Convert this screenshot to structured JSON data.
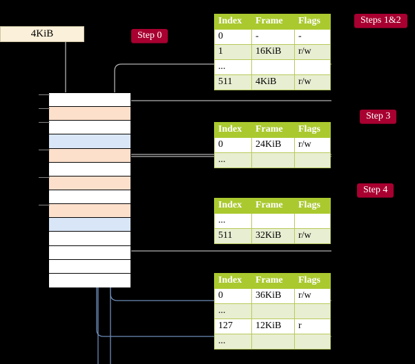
{
  "diagram": {
    "title_badges": [
      {
        "id": "step0",
        "label": "Step 0"
      },
      {
        "id": "steps12",
        "label": "Steps 1&2"
      },
      {
        "id": "step3",
        "label": "Step 3"
      },
      {
        "id": "step4",
        "label": "Step 4"
      }
    ],
    "source_box": {
      "label": "4KiB"
    },
    "accent_colors": {
      "badge_bg": "#a80030",
      "table_header_bg": "#aac92f",
      "table_alt_row_bg": "#e8eed2",
      "highlight_cell_bg": "#f7f7a8",
      "memory_orange": "#fce0cc",
      "memory_blue": "#d9e6f7",
      "source_box_bg": "#fbf0d9",
      "wire_gray": "#b3b3b3",
      "wire_blue": "#6d8cb8"
    },
    "tables": [
      {
        "id": "table-steps-1-2",
        "columns": [
          "Index",
          "Frame",
          "Flags"
        ],
        "rows": [
          {
            "cells": [
              "0",
              "-",
              "-"
            ],
            "style": "plain",
            "highlight": false
          },
          {
            "cells": [
              "1",
              "16KiB",
              "r/w"
            ],
            "style": "alt",
            "highlight": false
          },
          {
            "cells": [
              "...",
              "",
              ""
            ],
            "style": "plain",
            "highlight": false
          },
          {
            "cells": [
              "511",
              "4KiB",
              "r/w"
            ],
            "style": "alt",
            "highlight": true
          }
        ]
      },
      {
        "id": "table-step-3",
        "columns": [
          "Index",
          "Frame",
          "Flags"
        ],
        "rows": [
          {
            "cells": [
              "0",
              "24KiB",
              "r/w"
            ],
            "style": "plain",
            "highlight": false
          },
          {
            "cells": [
              "...",
              "",
              ""
            ],
            "style": "alt",
            "highlight": false
          }
        ]
      },
      {
        "id": "table-step-4",
        "columns": [
          "Index",
          "Frame",
          "Flags"
        ],
        "rows": [
          {
            "cells": [
              "...",
              "",
              ""
            ],
            "style": "plain",
            "highlight": false
          },
          {
            "cells": [
              "511",
              "32KiB",
              "r/w"
            ],
            "style": "alt",
            "highlight": false
          }
        ]
      },
      {
        "id": "table-final",
        "columns": [
          "Index",
          "Frame",
          "Flags"
        ],
        "rows": [
          {
            "cells": [
              "0",
              "36KiB",
              "r/w"
            ],
            "style": "plain",
            "highlight": false
          },
          {
            "cells": [
              "...",
              "",
              ""
            ],
            "style": "alt",
            "highlight": false
          },
          {
            "cells": [
              "127",
              "12KiB",
              "r"
            ],
            "style": "plain",
            "highlight": false
          },
          {
            "cells": [
              "...",
              "",
              ""
            ],
            "style": "alt",
            "highlight": false
          }
        ]
      }
    ],
    "memory_column": {
      "rows": [
        {
          "fill": "white"
        },
        {
          "fill": "orange"
        },
        {
          "fill": "white"
        },
        {
          "fill": "blue"
        },
        {
          "fill": "orange"
        },
        {
          "fill": "white"
        },
        {
          "fill": "orange"
        },
        {
          "fill": "white"
        },
        {
          "fill": "orange"
        },
        {
          "fill": "blue"
        },
        {
          "fill": "white"
        },
        {
          "fill": "white"
        },
        {
          "fill": "white"
        },
        {
          "fill": "white"
        }
      ]
    }
  }
}
